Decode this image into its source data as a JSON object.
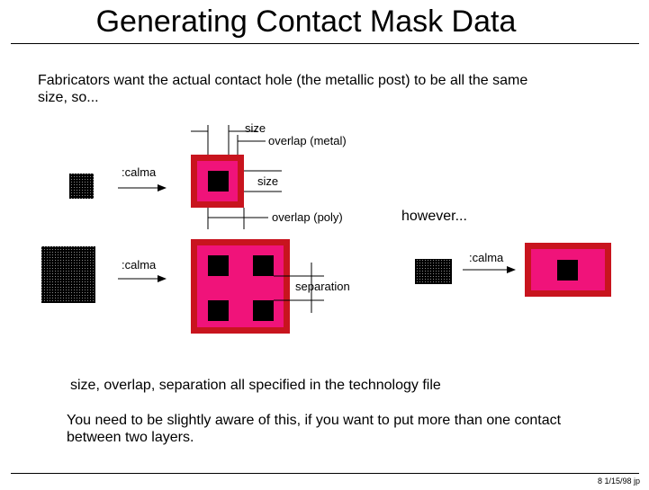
{
  "title": "Generating Contact Mask Data",
  "intro": "Fabricators want the actual contact hole (the metallic post) to be all the same size, so...",
  "diagram": {
    "label_size_top": "size",
    "label_overlap_metal": "overlap (metal)",
    "label_size_side": "size",
    "label_overlap_poly": "overlap (poly)",
    "label_separation": "separation",
    "arrow_label_1": ":calma",
    "arrow_label_2": ":calma",
    "arrow_label_3": ":calma"
  },
  "however": "however...",
  "note": "size, overlap, separation all specified in the technology file",
  "warning": "You need to be slightly aware of this, if you want to put more than one contact between two layers.",
  "footer": "8   1/15/98  jp",
  "colors": {
    "metal_red": "#c8141e",
    "poly_magenta": "#f0137a",
    "contact_black": "#000000"
  }
}
